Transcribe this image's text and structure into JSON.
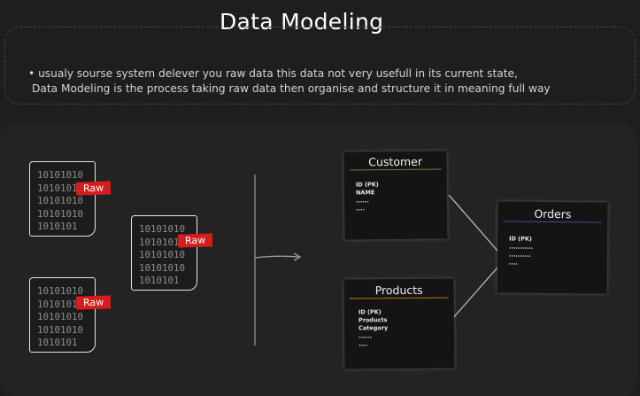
{
  "title": "Data Modeling",
  "intro": {
    "line1": "• usualy sourse system delever you raw data this data not very usefull in its current state,",
    "line2": "Data Modeling is the process taking raw data then organise and structure it in meaning full way"
  },
  "raw_files": [
    {
      "lines": "10101010\n10101010\n10101010\n10101010\n1010101",
      "badge": "Raw"
    },
    {
      "lines": "10101010\n10101010\n10101010\n10101010\n1010101",
      "badge": "Raw"
    },
    {
      "lines": "10101010\n10101010\n10101010\n10101010\n1010101",
      "badge": "Raw"
    }
  ],
  "tables": {
    "customer": {
      "title": "Customer",
      "fields": [
        "ID (PK)",
        "NAME",
        "......",
        "...."
      ],
      "rule_color": "#4f8a3a"
    },
    "products": {
      "title": "Products",
      "fields": [
        "ID (PK)",
        "Products",
        "Category",
        "......",
        "...."
      ],
      "rule_color": "#b87818"
    },
    "orders": {
      "title": "Orders",
      "fields": [
        "ID (PK)",
        "...........",
        "..........",
        "...."
      ],
      "rule_color": "#4a4a8a"
    }
  }
}
